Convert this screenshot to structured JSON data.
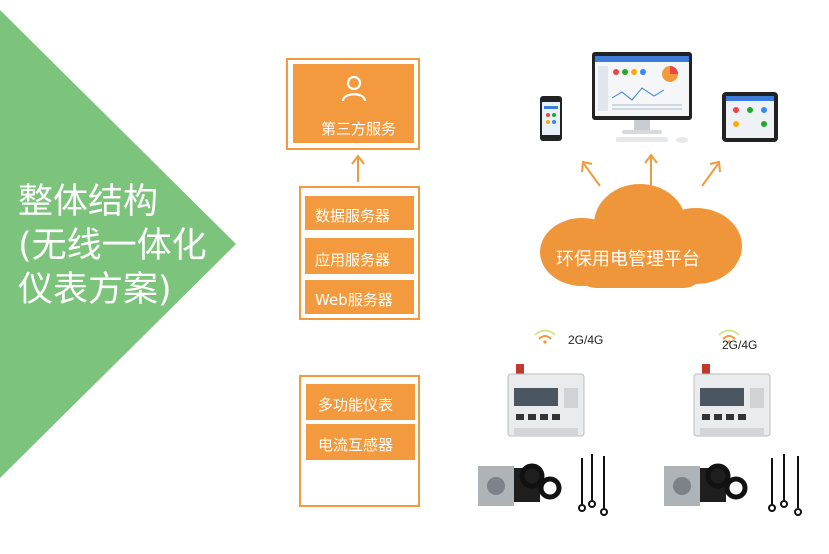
{
  "title": {
    "line1": "整体结构",
    "line2": "(无线一体化",
    "line3": "仪表方案)"
  },
  "third_party": {
    "label": "第三方服务"
  },
  "servers": [
    "数据服务器",
    "应用服务器",
    "Web服务器"
  ],
  "devices": [
    "多功能仪表",
    "电流互感器"
  ],
  "cloud": {
    "label": "环保用电管理平台"
  },
  "signal_labels": [
    "2G/4G",
    "2G/4G"
  ],
  "colors": {
    "triangle": "#7cc47c",
    "orange": "#f29a3d",
    "cloud": "#f0963a"
  }
}
